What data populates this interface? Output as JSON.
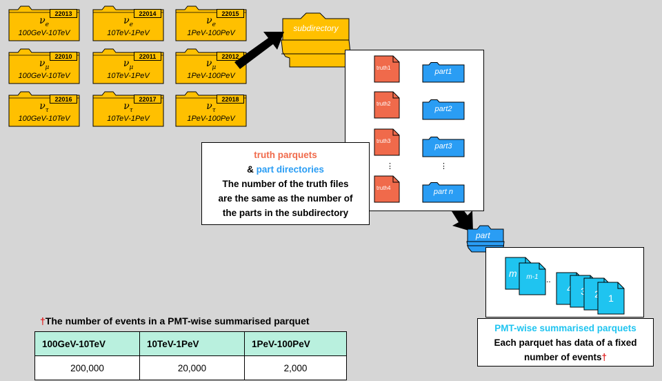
{
  "folders": [
    {
      "code": "22013",
      "nu": "ν",
      "flavor": "e",
      "range": "100GeV-10TeV"
    },
    {
      "code": "22014",
      "nu": "ν",
      "flavor": "e",
      "range": "10TeV-1PeV"
    },
    {
      "code": "22015",
      "nu": "ν",
      "flavor": "e",
      "range": "1PeV-100PeV"
    },
    {
      "code": "22010",
      "nu": "ν",
      "flavor": "μ",
      "range": "100GeV-10TeV"
    },
    {
      "code": "22011",
      "nu": "ν",
      "flavor": "μ",
      "range": "10TeV-1PeV"
    },
    {
      "code": "22012",
      "nu": "ν",
      "flavor": "μ",
      "range": "1PeV-100PeV"
    },
    {
      "code": "22016",
      "nu": "ν",
      "flavor": "τ",
      "range": "100GeV-10TeV"
    },
    {
      "code": "22017",
      "nu": "ν",
      "flavor": "τ",
      "range": "10TeV-1PeV"
    },
    {
      "code": "22018",
      "nu": "ν",
      "flavor": "τ",
      "range": "1PeV-100PeV"
    }
  ],
  "subdirectory_label": "subdirectory",
  "truth_files": [
    "truth1",
    "truth2",
    "truth3",
    "truth4"
  ],
  "part_folders": [
    "part1",
    "part2",
    "part3",
    "part n"
  ],
  "ellipsis": "⋮",
  "textbox": {
    "line1": "truth parquets",
    "line2_prefix": "& ",
    "line2": "part directories",
    "line3": "The number of the truth files",
    "line4": "are the same as the number of",
    "line5": "the parts in the subdirectory"
  },
  "part_label": "part",
  "pmt_files": {
    "m": "m",
    "m_minus_1": "m-1",
    "dots": "..",
    "f4": "4",
    "f3": "3",
    "f2": "2",
    "f1": "1"
  },
  "pmt_caption": {
    "title": "PMT-wise summarised parquets",
    "line2": "Each parquet has data of a fixed",
    "line3": "number of events",
    "dagger": "†"
  },
  "table_caption": {
    "dagger": "†",
    "text": "The number of events in a PMT-wise summarised parquet"
  },
  "table": {
    "headers": [
      "100GeV-10TeV",
      "10TeV-1PeV",
      "1PeV-100PeV"
    ],
    "values": [
      "200,000",
      "20,000",
      "2,000"
    ]
  },
  "colors": {
    "folder_yellow": "#ffc000",
    "truth_red": "#f06a4b",
    "part_blue": "#2a9df4",
    "pmt_cyan": "#1fc4f0",
    "table_header": "#b9f0de",
    "dagger_red": "#e02020"
  }
}
